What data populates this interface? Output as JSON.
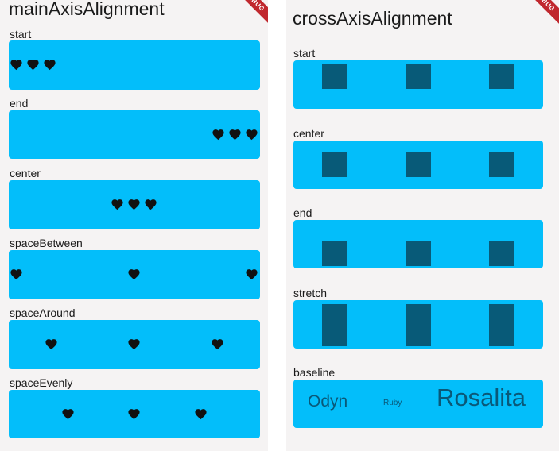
{
  "main_axis": {
    "title": "mainAxisAlignment",
    "debug_banner": "DEBUG",
    "rows": [
      {
        "label": "start"
      },
      {
        "label": "end"
      },
      {
        "label": "center"
      },
      {
        "label": "spaceBetween"
      },
      {
        "label": "spaceAround"
      },
      {
        "label": "spaceEvenly"
      }
    ],
    "icon": "heart-icon",
    "row_color": "#03befa"
  },
  "cross_axis": {
    "title": "crossAxisAlignment",
    "debug_banner": "DEBUG",
    "rows": [
      {
        "label": "start"
      },
      {
        "label": "center"
      },
      {
        "label": "end"
      },
      {
        "label": "stretch"
      },
      {
        "label": "baseline"
      }
    ],
    "baseline_words": [
      "Odyn",
      "Ruby",
      "Rosalita"
    ],
    "square_color": "#085a78"
  }
}
